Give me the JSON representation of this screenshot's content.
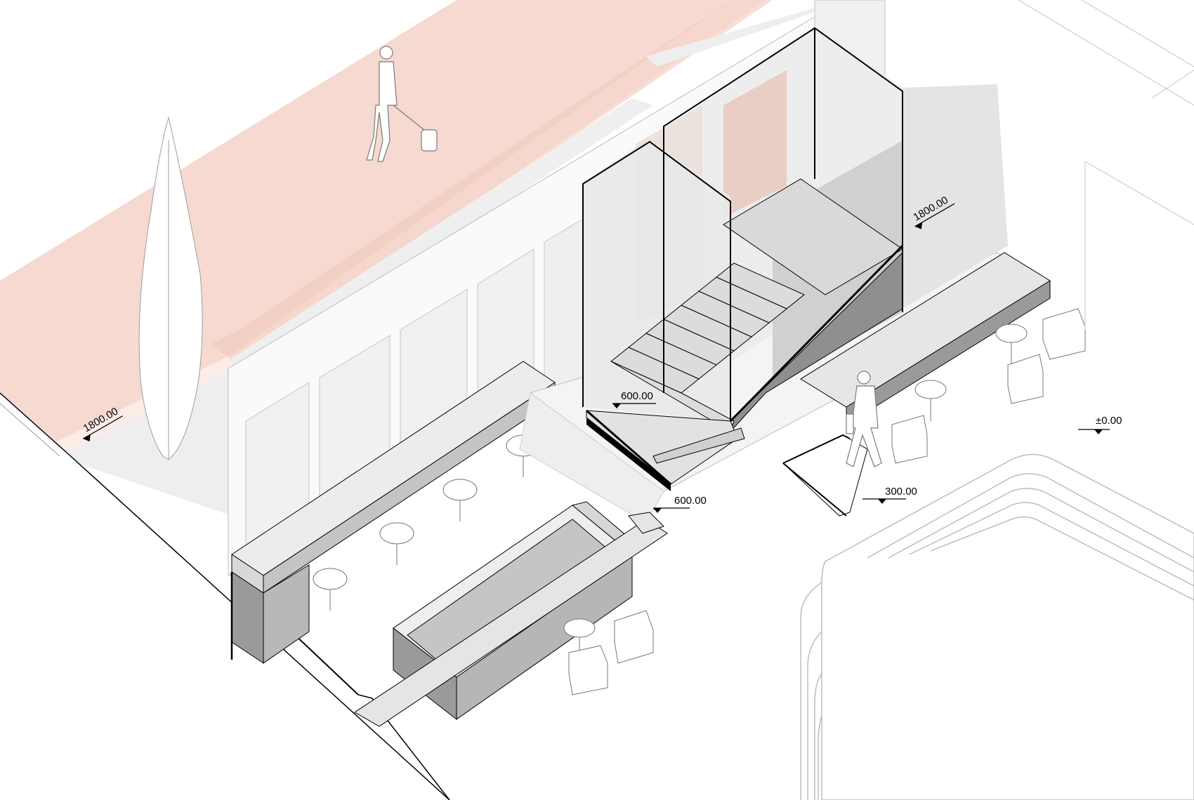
{
  "levels": {
    "street_left": "1800.00",
    "upper_right": "1800.00",
    "stair_landing": "600.00",
    "lower_step": "600.00",
    "ground": "±0.00",
    "sunken_entry": "300.00"
  },
  "colors": {
    "street_band": "#f6d9d0",
    "street_edge": "#f2c9bd",
    "stair_glass_tint": "#ead3cb",
    "dark_surface": "#9a9a9a",
    "mid_surface": "#c8c8c8",
    "light_surface": "#e6e6e6",
    "line": "#000000",
    "faint_line": "#b5b5b5"
  }
}
